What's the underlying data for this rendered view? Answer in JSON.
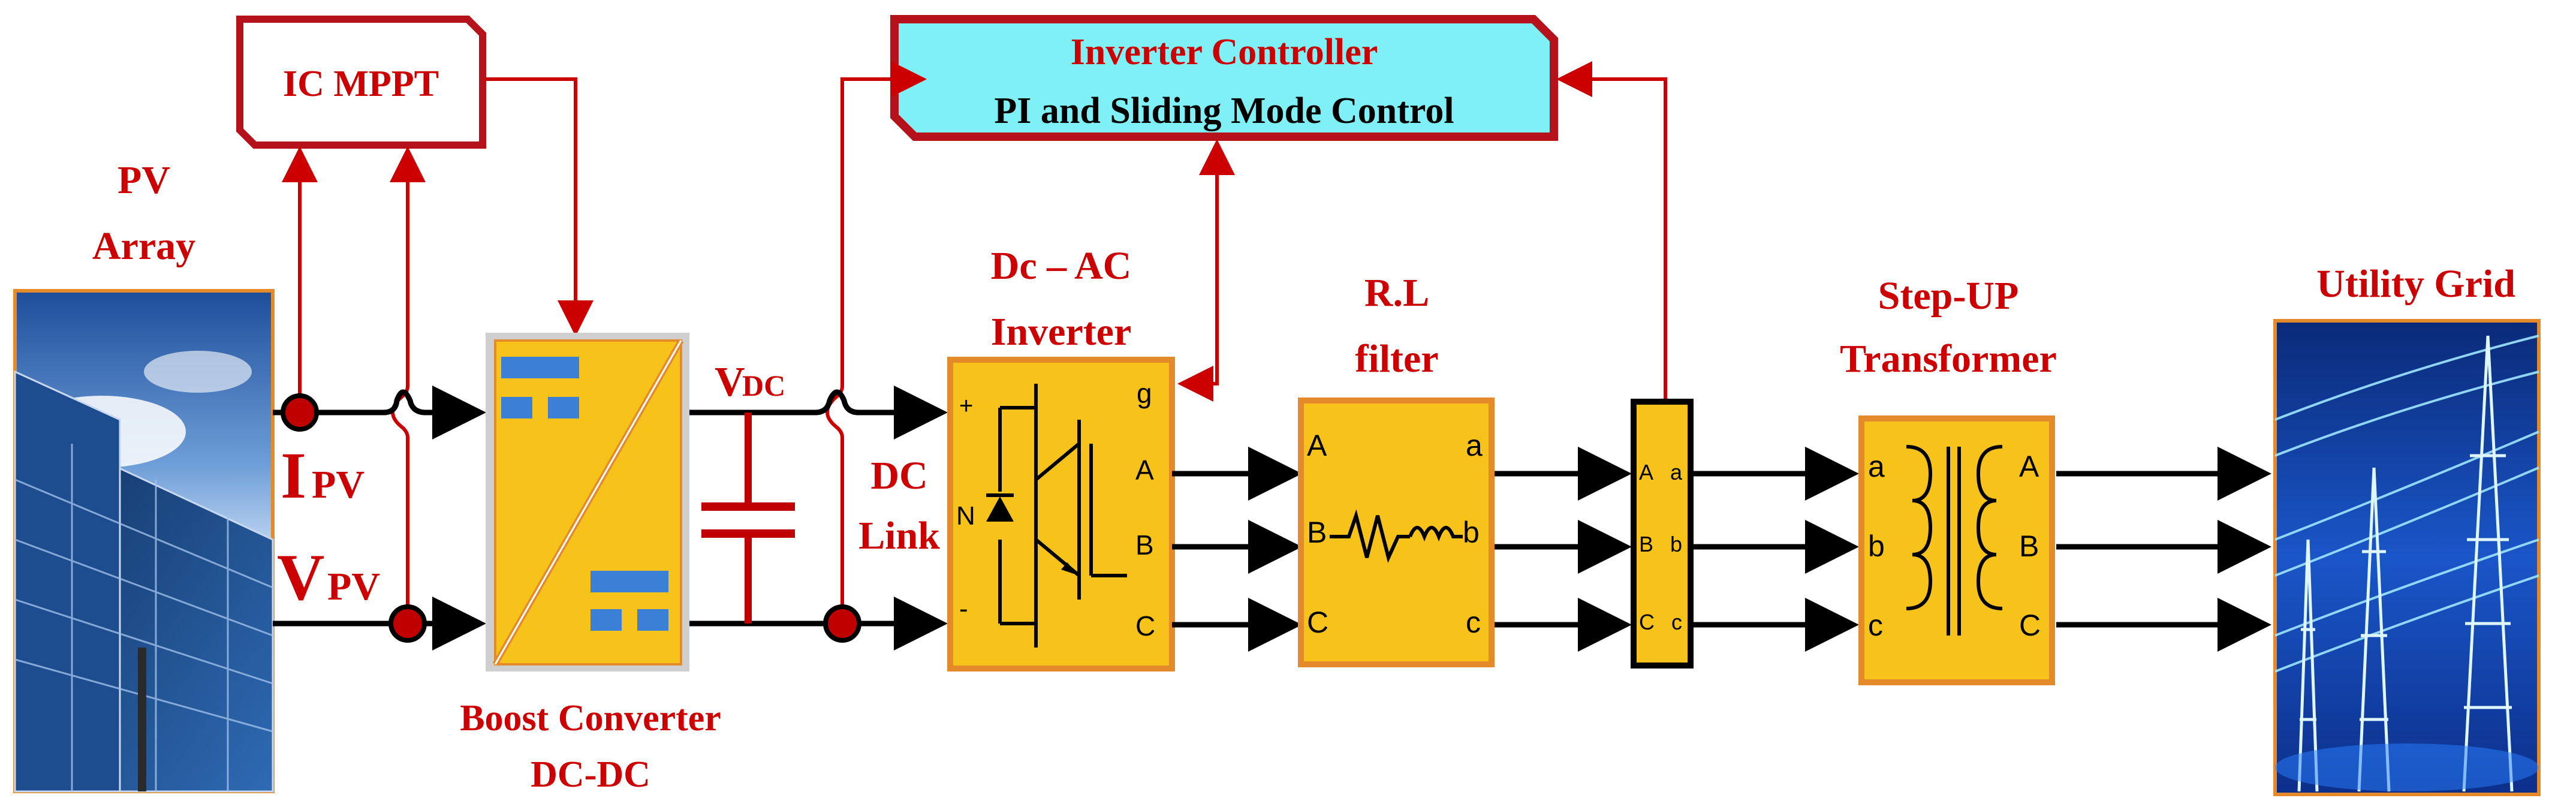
{
  "labels": {
    "pv_array_line1": "PV",
    "pv_array_line2": "Array",
    "ic_mppt": "IC MPPT",
    "ipv_main": "I",
    "ipv_sub": "PV",
    "vpv_main": "V",
    "vpv_sub": "PV",
    "boost_line1": "Boost Converter",
    "boost_line2": "DC-DC",
    "vdc_main": "V",
    "vdc_sub": "DC",
    "dc_link_line1": "DC",
    "dc_link_line2": "Link",
    "inverter_controller_title": "Inverter Controller",
    "inverter_controller_subtitle": "PI and Sliding Mode Control",
    "dcac_line1": "Dc – AC",
    "dcac_line2": "Inverter",
    "rl_line1": "R.L",
    "rl_line2": "filter",
    "stepup_line1": "Step-UP",
    "stepup_line2": "Transformer",
    "utility_grid": "Utility Grid"
  },
  "ports": {
    "inverter_plus": "+",
    "inverter_minus": "-",
    "inverter_g": "g",
    "inverter_n": "N",
    "inverter_a": "A",
    "inverter_b": "B",
    "inverter_c": "C",
    "rl_in_a": "A",
    "rl_in_b": "B",
    "rl_in_c": "C",
    "rl_out_a": "a",
    "rl_out_b": "b",
    "rl_out_c": "c",
    "meas_in_a": "A",
    "meas_in_b": "B",
    "meas_in_c": "C",
    "meas_out_a": "a",
    "meas_out_b": "b",
    "meas_out_c": "c",
    "tr_in_a": "a",
    "tr_in_b": "b",
    "tr_in_c": "c",
    "tr_out_a": "A",
    "tr_out_b": "B",
    "tr_out_c": "C"
  },
  "colors": {
    "accent_red": "#cc0000",
    "box_red": "#b5121b",
    "controller_fill": "#7ff0f5",
    "block_yellow": "#f7c21a",
    "block_orange_border": "#e58a2a",
    "wire_black": "#000000"
  }
}
